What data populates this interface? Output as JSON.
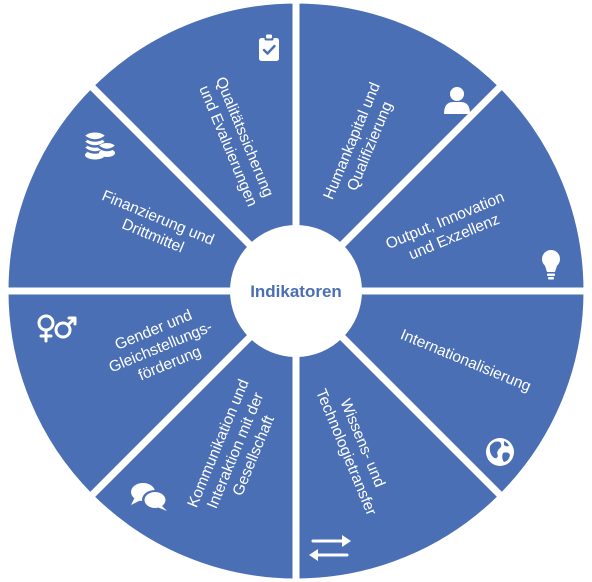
{
  "center_label": "Indikatoren",
  "segments": [
    {
      "id": "qualitaet",
      "lines": [
        "Qualitätssicherung",
        "und Evaluierungen"
      ],
      "icon": "clipboard-check-icon"
    },
    {
      "id": "human",
      "lines": [
        "Humankapital und",
        "Qualifizierung"
      ],
      "icon": "user-icon"
    },
    {
      "id": "output",
      "lines": [
        "Output, Innovation",
        "und Exzellenz"
      ],
      "icon": "lightbulb-icon"
    },
    {
      "id": "international",
      "lines": [
        "Internationalisierung"
      ],
      "icon": "globe-icon"
    },
    {
      "id": "transfer",
      "lines": [
        "Wissens- und",
        "Technologietransfer"
      ],
      "icon": "exchange-arrows-icon"
    },
    {
      "id": "kommunikation",
      "lines": [
        "Kommunikation und",
        "Interaktion mit der",
        "Gesellschaft"
      ],
      "icon": "speech-bubbles-icon"
    },
    {
      "id": "gender",
      "lines": [
        "Gender und",
        "Gleichstellungs-",
        "förderung"
      ],
      "icon": "gender-symbols-icon"
    },
    {
      "id": "finanzierung",
      "lines": [
        "Finanzierung und",
        "Drittmittel"
      ],
      "icon": "coin-stack-icon"
    }
  ],
  "colors": {
    "segment": "#4a6fb5",
    "center": "#ffffff",
    "center_text": "#4a6fb5",
    "separator": "#ffffff"
  }
}
